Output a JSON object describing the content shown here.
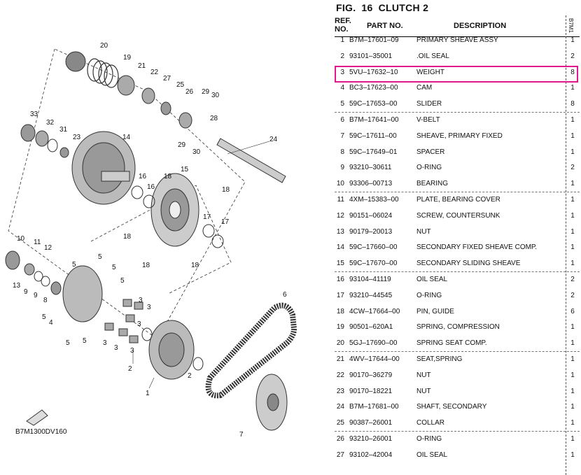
{
  "figure": {
    "fig_label": "FIG.",
    "fig_number": "16",
    "title": "CLUTCH 2"
  },
  "headers": {
    "ref": "REF.",
    "ref_no": "NO.",
    "part_no": "PART NO.",
    "description": "DESCRIPTION",
    "qty": "B7M1"
  },
  "diagram": {
    "code": "B7M1300DV160",
    "callouts": [
      "1",
      "2",
      "2",
      "3",
      "3",
      "3",
      "3",
      "3",
      "3",
      "4",
      "5",
      "5",
      "5",
      "5",
      "5",
      "5",
      "5",
      "6",
      "7",
      "8",
      "9",
      "10",
      "11",
      "12",
      "13",
      "14",
      "15",
      "16",
      "16",
      "17",
      "17",
      "18",
      "18",
      "18",
      "18",
      "18",
      "19",
      "20",
      "21",
      "22",
      "23",
      "24",
      "25",
      "26",
      "27",
      "28",
      "29",
      "29",
      "30",
      "30",
      "31",
      "32",
      "33"
    ]
  },
  "highlight_row": 3,
  "highlight_color": "#e0188c",
  "parts": [
    {
      "ref": "1",
      "part": "B7M–17601–09",
      "desc": "PRIMARY SHEAVE ASSY",
      "qty": "1"
    },
    {
      "ref": "2",
      "part": "93101–35001",
      "desc": ".OIL SEAL",
      "qty": "2"
    },
    {
      "ref": "3",
      "part": "5VU–17632–10",
      "desc": "WEIGHT",
      "qty": "8"
    },
    {
      "ref": "4",
      "part": "BC3–17623–00",
      "desc": "CAM",
      "qty": "1"
    },
    {
      "ref": "5",
      "part": "59C–17653–00",
      "desc": "SLIDER",
      "qty": "8"
    },
    {
      "ref": "6",
      "part": "B7M–17641–00",
      "desc": "V-BELT",
      "qty": "1"
    },
    {
      "ref": "7",
      "part": "59C–17611–00",
      "desc": "SHEAVE, PRIMARY FIXED",
      "qty": "1"
    },
    {
      "ref": "8",
      "part": "59C–17649–01",
      "desc": "SPACER",
      "qty": "1"
    },
    {
      "ref": "9",
      "part": "93210–30611",
      "desc": "O-RING",
      "qty": "2"
    },
    {
      "ref": "10",
      "part": "93306–00713",
      "desc": "BEARING",
      "qty": "1"
    },
    {
      "ref": "11",
      "part": "4XM–15383–00",
      "desc": "PLATE, BEARING COVER",
      "qty": "1"
    },
    {
      "ref": "12",
      "part": "90151–06024",
      "desc": "SCREW, COUNTERSUNK",
      "qty": "1"
    },
    {
      "ref": "13",
      "part": "90179–20013",
      "desc": "NUT",
      "qty": "1"
    },
    {
      "ref": "14",
      "part": "59C–17660–00",
      "desc": "SECONDARY FIXED SHEAVE COMP.",
      "qty": "1"
    },
    {
      "ref": "15",
      "part": "59C–17670–00",
      "desc": "SECONDARY SLIDING SHEAVE",
      "qty": "1"
    },
    {
      "ref": "16",
      "part": "93104–41119",
      "desc": "OIL SEAL",
      "qty": "2"
    },
    {
      "ref": "17",
      "part": "93210–44545",
      "desc": "O-RING",
      "qty": "2"
    },
    {
      "ref": "18",
      "part": "4CW–17664–00",
      "desc": "PIN, GUIDE",
      "qty": "6"
    },
    {
      "ref": "19",
      "part": "90501–620A1",
      "desc": "SPRING, COMPRESSION",
      "qty": "1"
    },
    {
      "ref": "20",
      "part": "5GJ–17690–00",
      "desc": "SPRING SEAT COMP.",
      "qty": "1"
    },
    {
      "ref": "21",
      "part": "4WV–17644–00",
      "desc": "SEAT,SPRING",
      "qty": "1"
    },
    {
      "ref": "22",
      "part": "90170–36279",
      "desc": "NUT",
      "qty": "1"
    },
    {
      "ref": "23",
      "part": "90170–18221",
      "desc": "NUT",
      "qty": "1"
    },
    {
      "ref": "24",
      "part": "B7M–17681–00",
      "desc": "SHAFT, SECONDARY",
      "qty": "1"
    },
    {
      "ref": "25",
      "part": "90387–26001",
      "desc": "COLLAR",
      "qty": "1"
    },
    {
      "ref": "26",
      "part": "93210–26001",
      "desc": "O-RING",
      "qty": "1"
    },
    {
      "ref": "27",
      "part": "93102–42004",
      "desc": "OIL SEAL",
      "qty": "1"
    }
  ]
}
